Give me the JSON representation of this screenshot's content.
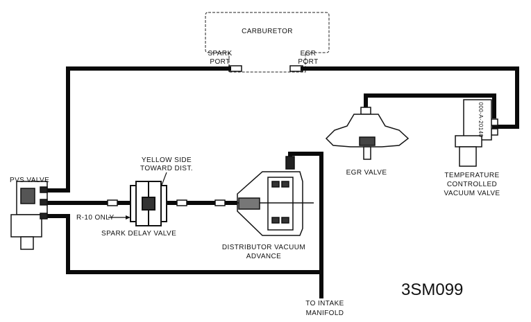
{
  "diagram": {
    "id_code": "3SM099",
    "components": {
      "carburetor": "CARBURETOR",
      "spark_port": [
        "SPARK",
        "PORT"
      ],
      "egr_port": [
        "EGR",
        "PORT"
      ],
      "pvs_valve": "PVS VALVE",
      "yellow_side": [
        "YELLOW SIDE",
        "TOWARD DIST."
      ],
      "r10_only": "R-10 ONLY",
      "spark_delay_valve": "SPARK DELAY VALVE",
      "distributor_advance": [
        "DISTRIBUTOR VACUUM",
        "ADVANCE"
      ],
      "egr_valve": "EGR VALVE",
      "temp_valve": [
        "TEMPERATURE",
        "CONTROLLED",
        "VACUUM VALVE"
      ],
      "intake_manifold": [
        "TO INTAKE",
        "MANIFOLD"
      ],
      "temp_valve_body_text": "000-A-20140"
    }
  }
}
